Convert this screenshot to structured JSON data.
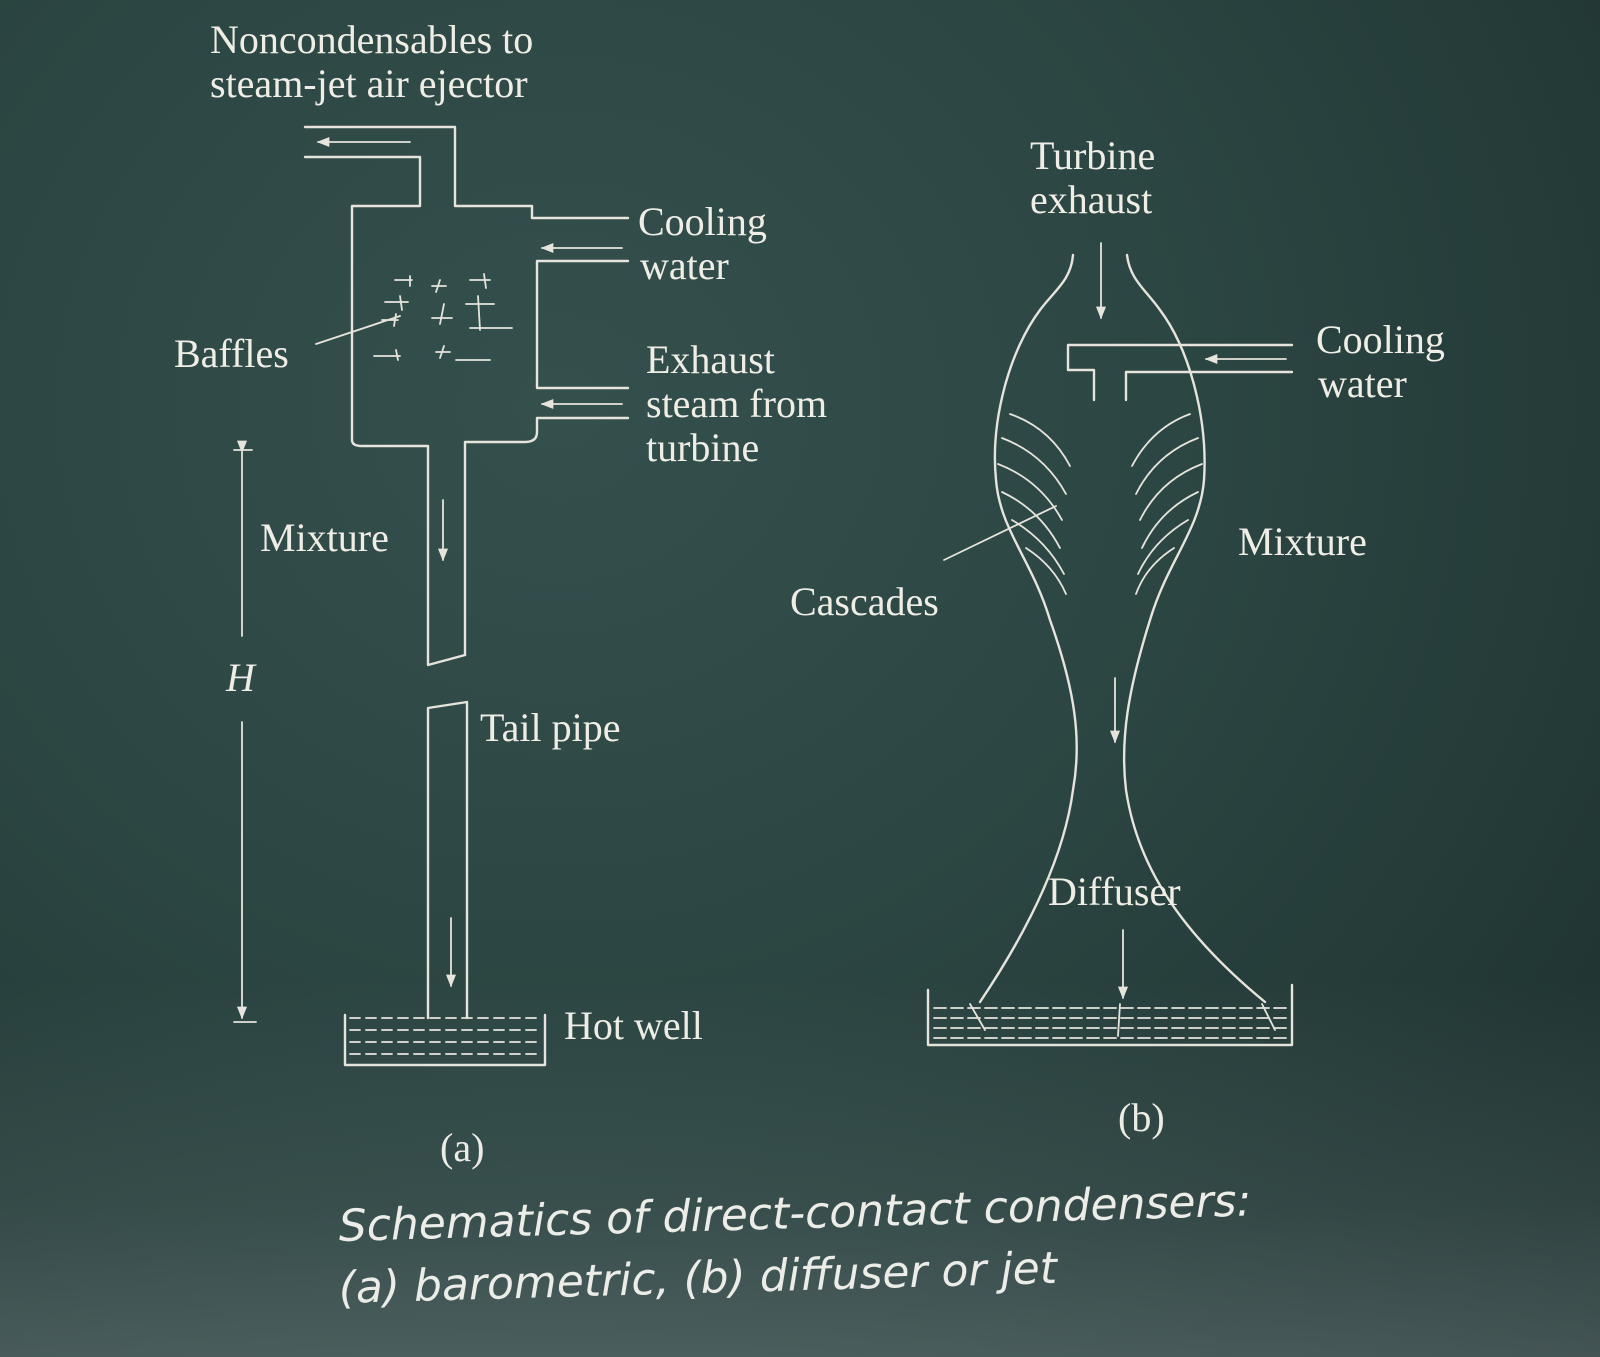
{
  "labels": {
    "noncond_line1": "Noncondensables to",
    "noncond_line2": "steam-jet air ejector",
    "cooling_a_line1": "Cooling",
    "cooling_a_line2": "water",
    "baffles": "Baffles",
    "exhaust_line1": "Exhaust",
    "exhaust_line2": "steam from",
    "exhaust_line3": "turbine",
    "mixture_a": "Mixture",
    "height": "H",
    "tail_pipe": "Tail pipe",
    "hot_well": "Hot well",
    "sub_a": "(a)",
    "turbine_line1": "Turbine",
    "turbine_line2": "exhaust",
    "cooling_b_line1": "Cooling",
    "cooling_b_line2": "water",
    "mixture_b": "Mixture",
    "cascades": "Cascades",
    "diffuser": "Diffuser",
    "sub_b": "(b)"
  },
  "caption": {
    "line1": "Schematics of direct-contact condensers:",
    "line2": "(a) barometric, (b) diffuser or jet"
  },
  "colors": {
    "background": "#2b4542",
    "ink": "#e6e4dc"
  }
}
